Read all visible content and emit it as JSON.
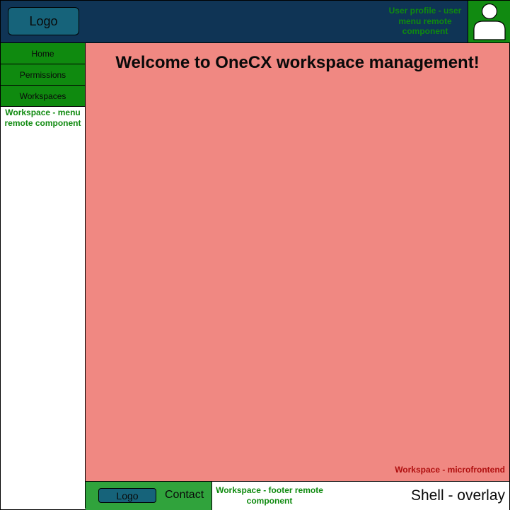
{
  "header": {
    "logo_label": "Logo",
    "profile_note": "User profile - user menu remote component",
    "avatar_icon": "user-avatar-icon"
  },
  "sidebar": {
    "items": [
      {
        "label": "Home"
      },
      {
        "label": "Permissions"
      },
      {
        "label": "Workspaces"
      }
    ],
    "note": "Workspace - menu remote component"
  },
  "main": {
    "title": "Welcome to OneCX workspace management!",
    "note": "Workspace - microfrontend"
  },
  "footer": {
    "logo_label": "Logo",
    "contact_label": "Contact",
    "note": "Workspace - footer remote component",
    "shell_label": "Shell - overlay"
  },
  "colors": {
    "header_bg": "#0f3455",
    "nav_green": "#0f8a0f",
    "main_bg": "#f08882",
    "footer_green": "#30a33c",
    "logo_bg": "#16637a"
  }
}
